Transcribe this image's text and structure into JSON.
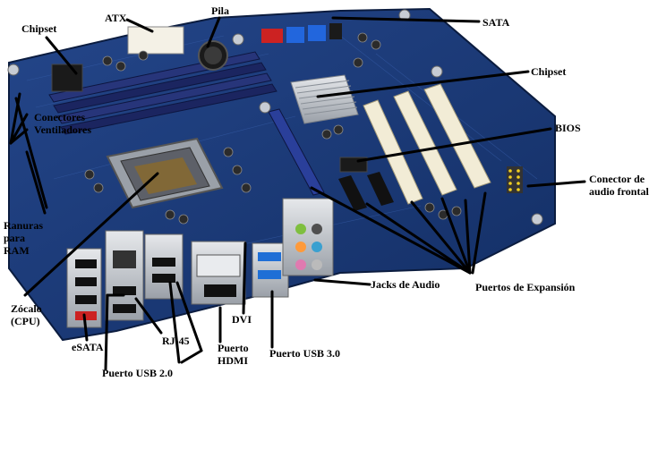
{
  "labels": {
    "chipset_left": "Chipset",
    "atx": "ATX",
    "pila": "Pila",
    "sata": "SATA",
    "chipset_right": "Chipset",
    "bios": "BIOS",
    "conectores_ventiladores": "Conectores Ventiladores",
    "conector_audio_frontal": "Conector de audio frontal",
    "ranuras_ram": "Ranuras para RAM",
    "zocalo_cpu": "Zócalo (CPU)",
    "esata": "eSATA",
    "rj45": "RJ-45",
    "puerto_usb2": "Puerto USB 2.0",
    "puerto_hdmi": "Puerto HDMI",
    "dvi": "DVI",
    "puerto_usb3": "Puerto USB 3.0",
    "jacks_audio": "Jacks de Audio",
    "puertos_expansion": "Puertos de Expansión"
  },
  "colors": {
    "pcb": "#1c3c7a",
    "pcb_dark": "#0f2552",
    "ram_slot": "#27357a",
    "pcie_slot": "#2a3f9a",
    "pci_slot": "#f2ecd6",
    "heatsink": "#c8cdd6",
    "sata_red": "#cc2222",
    "sata_blue": "#2266dd",
    "io_metal": "#cfd2d6",
    "usb3_blue": "#1f6fd6",
    "header_yellow": "#f0d020"
  },
  "icons": {
    "board_image": "motherboard-illustration"
  }
}
